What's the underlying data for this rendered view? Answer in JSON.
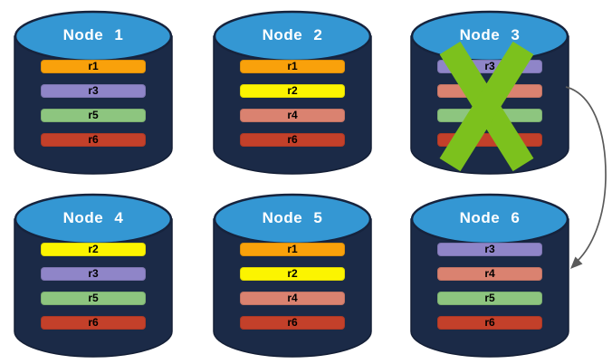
{
  "colors": {
    "background": "#ffffff",
    "cylinder_body": "#1B2A47",
    "cylinder_stroke": "#141F36",
    "cylinder_top": "#3497D3",
    "cylinder_top_stroke": "#16233D",
    "title_text": "#ffffff",
    "label_text": "#000000",
    "failure_x": "#7CC11D",
    "arrow": "#5A5A5A",
    "replica": {
      "r1": "#F9A10B",
      "r2": "#FCF400",
      "r3": "#8F85C8",
      "r4": "#DA8270",
      "r5": "#8DC57F",
      "r6": "#C3402A"
    }
  },
  "nodes": [
    {
      "title": "Node 1",
      "failed": false,
      "replicas": [
        {
          "label": "r1",
          "color_key": "r1"
        },
        {
          "label": "r3",
          "color_key": "r3"
        },
        {
          "label": "r5",
          "color_key": "r5"
        },
        {
          "label": "r6",
          "color_key": "r6"
        }
      ]
    },
    {
      "title": "Node 2",
      "failed": false,
      "replicas": [
        {
          "label": "r1",
          "color_key": "r1"
        },
        {
          "label": "r2",
          "color_key": "r2"
        },
        {
          "label": "r4",
          "color_key": "r4"
        },
        {
          "label": "r6",
          "color_key": "r6"
        }
      ]
    },
    {
      "title": "Node 3",
      "failed": true,
      "replicas": [
        {
          "label": "r3",
          "color_key": "r3"
        },
        {
          "label": "",
          "color_key": "r4"
        },
        {
          "label": "",
          "color_key": "r5"
        },
        {
          "label": "",
          "color_key": "r6"
        }
      ]
    },
    {
      "title": "Node 4",
      "failed": false,
      "replicas": [
        {
          "label": "r2",
          "color_key": "r2"
        },
        {
          "label": "r3",
          "color_key": "r3"
        },
        {
          "label": "r5",
          "color_key": "r5"
        },
        {
          "label": "r6",
          "color_key": "r6"
        }
      ]
    },
    {
      "title": "Node 5",
      "failed": false,
      "replicas": [
        {
          "label": "r1",
          "color_key": "r1"
        },
        {
          "label": "r2",
          "color_key": "r2"
        },
        {
          "label": "r4",
          "color_key": "r4"
        },
        {
          "label": "r6",
          "color_key": "r6"
        }
      ]
    },
    {
      "title": "Node 6",
      "failed": false,
      "replicas": [
        {
          "label": "r3",
          "color_key": "r3"
        },
        {
          "label": "r4",
          "color_key": "r4"
        },
        {
          "label": "r5",
          "color_key": "r5"
        },
        {
          "label": "r6",
          "color_key": "r6"
        }
      ]
    }
  ],
  "arrow": {
    "from": "node-3",
    "to": "node-6"
  }
}
